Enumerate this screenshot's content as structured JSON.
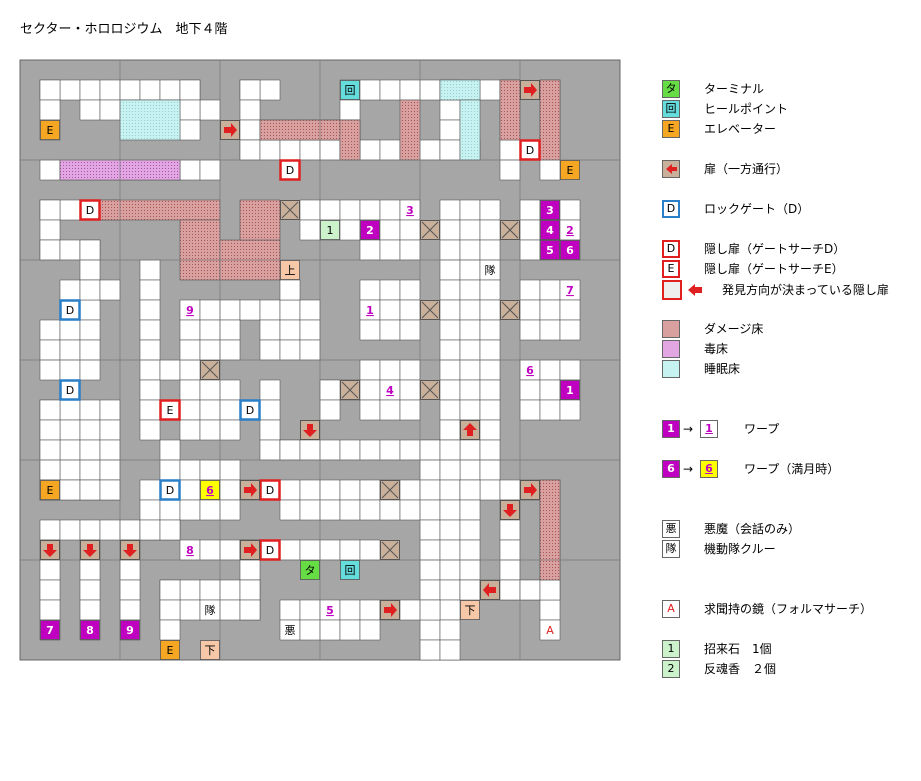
{
  "title": "セクター・ホロロジウム　地下４階",
  "colors": {
    "rock": "#a6a6a6",
    "floor": "#ffffff",
    "wall_line": "#555555",
    "damage": "#d9a0a0",
    "poison": "#e2a6e2",
    "sleep": "#c6f2f2",
    "door_oneway": "#c8b09a",
    "lockgate": "#2a7fc7",
    "hidden_door": "#e02020",
    "warp": "#c000c0",
    "warp_full_moon": "#ffff00",
    "terminal": "#66dd44",
    "heal": "#66dddd",
    "elevator": "#f5a623",
    "stairs": "#f7c8a8",
    "item": "#ccf2cc"
  },
  "cell_marks": {
    "elevator": "E",
    "lockgate": "D",
    "hidden_d": "D",
    "hidden_e": "E",
    "terminal": "タ",
    "heal": "回",
    "stairs_up": "上",
    "stairs_down": "下",
    "demon": "悪",
    "crew": "隊",
    "mirror": "A",
    "item1": "1",
    "item2": "2"
  },
  "warp_labels": [
    "1",
    "2",
    "3",
    "4",
    "5",
    "6",
    "7",
    "8",
    "9"
  ],
  "legend": {
    "terminal": {
      "mark": "タ",
      "label": "ターミナル"
    },
    "heal": {
      "mark": "回",
      "label": "ヒールポイント"
    },
    "elevator": {
      "mark": "E",
      "label": "エレベーター"
    },
    "oneway": {
      "label": "扉（一方通行）",
      "icon": "arrow-left-icon"
    },
    "lockgate": {
      "mark": "D",
      "label": "ロックゲート（D）"
    },
    "hidden_d": {
      "mark": "D",
      "label": "隠し扉（ゲートサーチD）"
    },
    "hidden_e": {
      "mark": "E",
      "label": "隠し扉（ゲートサーチE）"
    },
    "hidden_dir": {
      "label": "発見方向が決まっている隠し扉",
      "icon": "arrow-left-icon"
    },
    "damage": {
      "label": "ダメージ床"
    },
    "poison": {
      "label": "毒床"
    },
    "sleep": {
      "label": "睡眠床"
    },
    "warp": {
      "from": "1",
      "arrow": "→",
      "to": "1",
      "label": "ワープ"
    },
    "warp_moon": {
      "from": "6",
      "arrow": "→",
      "to": "6",
      "label": "ワープ（満月時）"
    },
    "demon": {
      "mark": "悪",
      "label": "悪魔（会話のみ）"
    },
    "crew": {
      "mark": "隊",
      "label": "機動隊クルー"
    },
    "mirror": {
      "mark": "A",
      "label": "求聞持の鏡（フォルマサーチ）"
    },
    "item1": {
      "mark": "1",
      "label": "招来石　1個"
    },
    "item2": {
      "mark": "2",
      "label": "反魂香　２個"
    }
  }
}
